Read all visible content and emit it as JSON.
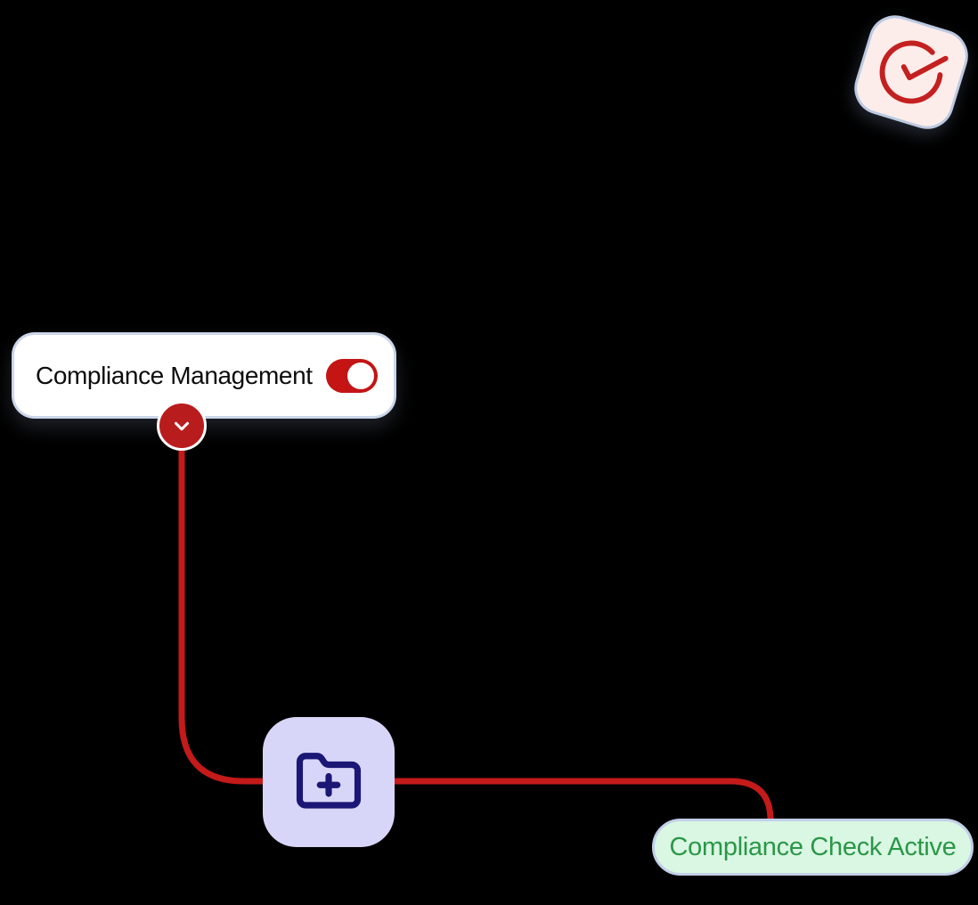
{
  "card": {
    "label": "Compliance Management",
    "toggle_state": "on"
  },
  "status": {
    "label": "Compliance Check Active"
  },
  "icons": {
    "check_tile": "circle-check-icon",
    "folder_tile": "folder-plus-icon",
    "chevron_button": "chevron-down-icon"
  },
  "colors": {
    "canvas-bg": "#000000",
    "connector-red": "#c41a1a",
    "toggle-red": "#c41414",
    "chevron-red": "#b91c1c",
    "check-red": "#c42020",
    "navy": "#1b1775",
    "lavender-bg": "#d8d6f8",
    "pink-bg": "#fcedeb",
    "green-bg": "#d9f7e3",
    "green-text": "#2b9747",
    "pill-border": "#c2cfe8",
    "card-border": "#ccd6ea",
    "tile-border": "#bcc9e0",
    "label-dark": "#0d0d0d"
  }
}
